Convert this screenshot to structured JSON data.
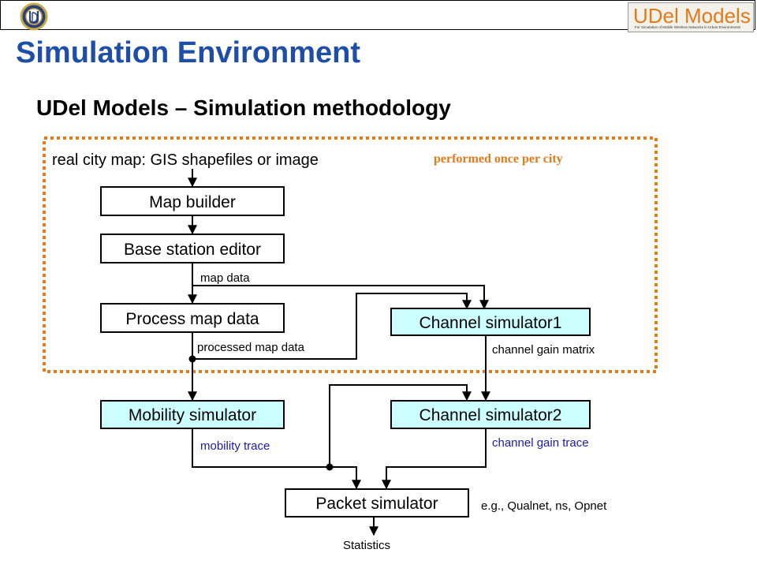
{
  "header": {
    "logo_left_icon": "university-seal-icon",
    "logo_right": {
      "brand": "UDel Models",
      "tagline": "For Simulation of Mobile Wireless Networks in Urban Environments"
    }
  },
  "page": {
    "title": "Simulation Environment",
    "subtitle": "UDel Models – Simulation methodology"
  },
  "diagram": {
    "region_label": "performed once per city",
    "input_label": "real city map: GIS shapefiles or image",
    "nodes": {
      "map_builder": "Map builder",
      "bs_editor": "Base station editor",
      "process_map": "Process map data",
      "channel_sim1": "Channel simulator1",
      "mobility_sim": "Mobility simulator",
      "channel_sim2": "Channel simulator2",
      "packet_sim": "Packet simulator"
    },
    "edge_labels": {
      "map_data": "map data",
      "processed_map_data": "processed map data",
      "channel_gain_matrix": "channel gain matrix",
      "mobility_trace": "mobility trace",
      "channel_gain_trace": "channel gain trace",
      "packet_sim_examples": "e.g., Qualnet, ns, Opnet",
      "statistics": "Statistics"
    },
    "colors": {
      "title": "#1f4ea8",
      "region_border": "#e07a1a",
      "region_label": "#e07a1a",
      "highlight_fill": "#ccffff",
      "trace_label": "#1a1aaa"
    }
  }
}
